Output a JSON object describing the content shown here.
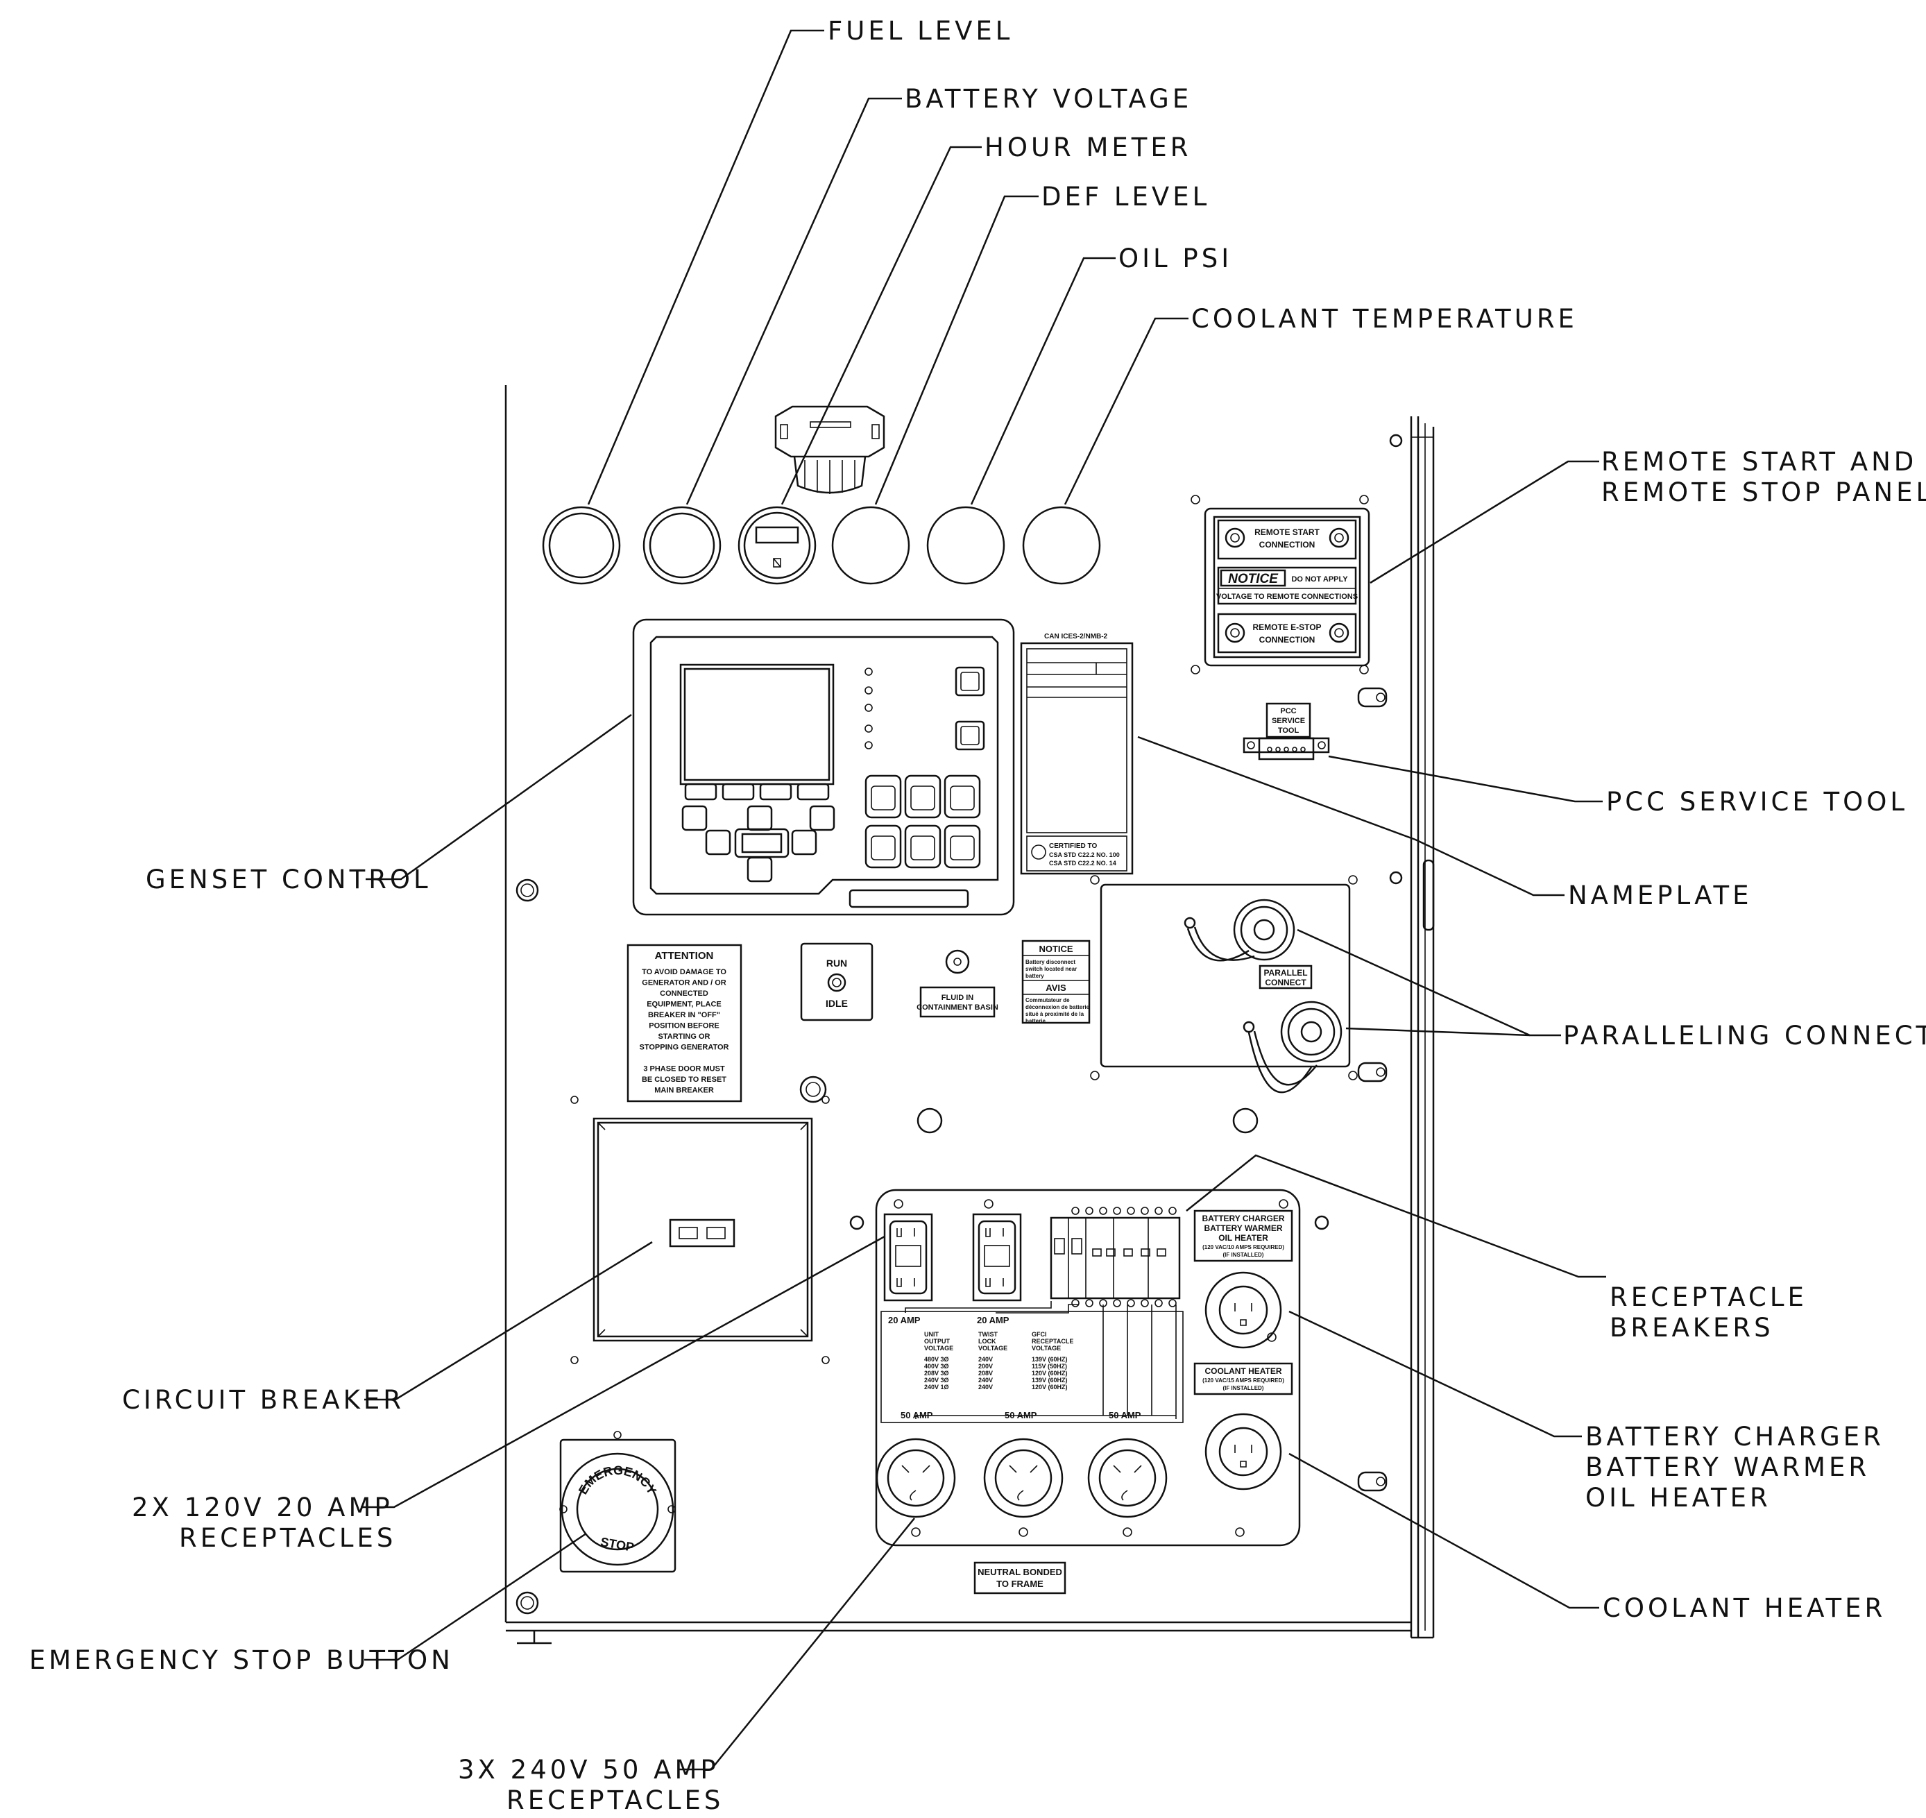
{
  "callouts": {
    "fuel_level": "FUEL LEVEL",
    "battery_voltage": "BATTERY VOLTAGE",
    "hour_meter": "HOUR METER",
    "def_level": "DEF LEVEL",
    "oil_psi": "OIL PSI",
    "coolant_temperature": "COOLANT TEMPERATURE",
    "remote_panel_1": "REMOTE START AND",
    "remote_panel_2": "REMOTE STOP PANEL",
    "pcc_service_tool": "PCC SERVICE TOOL",
    "nameplate": "NAMEPLATE",
    "paralleling_connectors": "PARALLELING CONNECTORS",
    "receptacle_breakers_1": "RECEPTACLE",
    "receptacle_breakers_2": "BREAKERS",
    "battery_charger_1": "BATTERY CHARGER",
    "battery_charger_2": "BATTERY WARMER",
    "battery_charger_3": "OIL HEATER",
    "coolant_heater": "COOLANT HEATER",
    "genset_control": "GENSET CONTROL",
    "circuit_breaker": "CIRCUIT BREAKER",
    "receptacles_120_1": "2X 120V 20 AMP",
    "receptacles_120_2": "RECEPTACLES",
    "emergency_stop_button": "EMERGENCY STOP BUTTON",
    "receptacles_240_1": "3X 240V 50 AMP",
    "receptacles_240_2": "RECEPTACLES"
  },
  "labels": {
    "remote_start_1": "REMOTE START",
    "remote_start_2": "CONNECTION",
    "notice": "NOTICE",
    "notice_do_not": "DO NOT APPLY",
    "notice_voltage": "VOLTAGE TO REMOTE CONNECTIONS",
    "remote_estop_1": "REMOTE E-STOP",
    "remote_estop_2": "CONNECTION",
    "pcc_1": "PCC",
    "pcc_2": "SERVICE",
    "pcc_3": "TOOL",
    "can_ices": "CAN ICES-2/NMB-2",
    "certified_1": "CERTIFIED TO",
    "certified_2": "CSA STD C22.2 NO. 100",
    "certified_3": "CSA STD C22.2 NO. 14",
    "parallel_1": "PARALLEL",
    "parallel_2": "CONNECT",
    "attention_title": "ATTENTION",
    "attention_lines": [
      "TO AVOID DAMAGE TO",
      "GENERATOR AND / OR",
      "CONNECTED",
      "EQUIPMENT, PLACE",
      "BREAKER IN \"OFF\"",
      "POSITION BEFORE",
      "STARTING OR",
      "STOPPING GENERATOR",
      "",
      "3 PHASE DOOR MUST",
      "BE CLOSED TO RESET",
      "MAIN BREAKER"
    ],
    "run": "RUN",
    "idle": "IDLE",
    "fluid_1": "FLUID IN",
    "fluid_2": "CONTAINMENT BASIN",
    "notice2": "NOTICE",
    "notice2_lines": [
      "Battery disconnect",
      "switch located near",
      "battery"
    ],
    "avis": "AVIS",
    "avis_lines": [
      "Commutateur de",
      "déconnexion de batterie",
      "situé à proximité de la",
      "batterie"
    ],
    "bc_1": "BATTERY CHARGER",
    "bc_2": "BATTERY WARMER",
    "bc_3": "OIL HEATER",
    "bc_4": "(120 VAC/10 AMPS REQUIRED)",
    "bc_5": "(IF INSTALLED)",
    "ch_1": "COOLANT HEATER",
    "ch_2": "(120 VAC/15 AMPS REQUIRED)",
    "ch_3": "(IF INSTALLED)",
    "amp20_a": "20 AMP",
    "amp20_b": "20 AMP",
    "amp50_a": "50 AMP",
    "amp50_b": "50 AMP",
    "amp50_c": "50 AMP",
    "neutral_1": "NEUTRAL BONDED",
    "neutral_2": "TO FRAME",
    "estop_1": "EMERGENCY",
    "estop_2": "STOP"
  },
  "voltage_table": {
    "headers": [
      [
        "UNIT",
        "OUTPUT",
        "VOLTAGE"
      ],
      [
        "TWIST",
        "LOCK",
        "VOLTAGE"
      ],
      [
        "GFCI",
        "RECEPTACLE",
        "VOLTAGE"
      ]
    ],
    "rows": [
      [
        "480V 3Ø",
        "240V",
        "139V (60HZ)"
      ],
      [
        "400V 3Ø",
        "200V",
        "115V (50HZ)"
      ],
      [
        "208V 3Ø",
        "208V",
        "120V (60HZ)"
      ],
      [
        "240V 3Ø",
        "240V",
        "139V (60HZ)"
      ],
      [
        "240V 1Ø",
        "240V",
        "120V (60HZ)"
      ]
    ]
  }
}
